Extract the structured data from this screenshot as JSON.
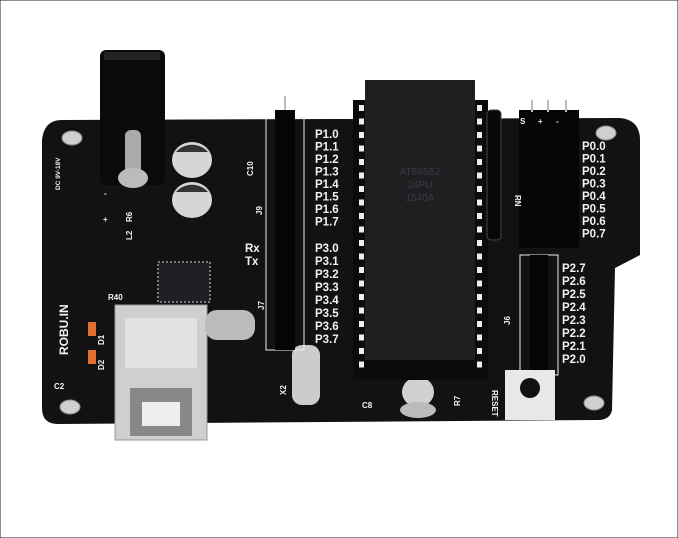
{
  "board": {
    "brand": "ROBU.IN",
    "power_label": "DC 9V-18V",
    "chip": {
      "line1": "AT89S52",
      "line2": "24PU",
      "line3": "1540A"
    },
    "port1": [
      "P1.0",
      "P1.1",
      "P1.2",
      "P1.3",
      "P1.4",
      "P1.5",
      "P1.6",
      "P1.7"
    ],
    "port3": [
      "P3.0",
      "P3.1",
      "P3.2",
      "P3.3",
      "P3.4",
      "P3.5",
      "P3.6",
      "P3.7"
    ],
    "port0": [
      "P0.0",
      "P0.1",
      "P0.2",
      "P0.3",
      "P0.4",
      "P0.5",
      "P0.6",
      "P0.7"
    ],
    "port2": [
      "P2.7",
      "P2.6",
      "P2.5",
      "P2.4",
      "P2.3",
      "P2.2",
      "P2.1",
      "P2.0"
    ],
    "labels": {
      "rx": "Rx",
      "tx": "Tx",
      "j9": "J9",
      "j7": "J7",
      "j6": "J6",
      "x2": "X2",
      "rn": "RN",
      "c8": "C8",
      "r7": "R7",
      "reset": "RESET",
      "c2": "C2",
      "d1": "D1",
      "d2": "D2",
      "r40": "R40",
      "c10": "C10",
      "r6": "R6",
      "l2": "L2",
      "plus": "+",
      "minus": "-",
      "servo_s": "S",
      "servo_plus": "+",
      "servo_minus": "-"
    },
    "colors": {
      "pcb": "#111111",
      "silkscreen": "#f2f2f2",
      "metal": "#c8c8c8"
    }
  }
}
